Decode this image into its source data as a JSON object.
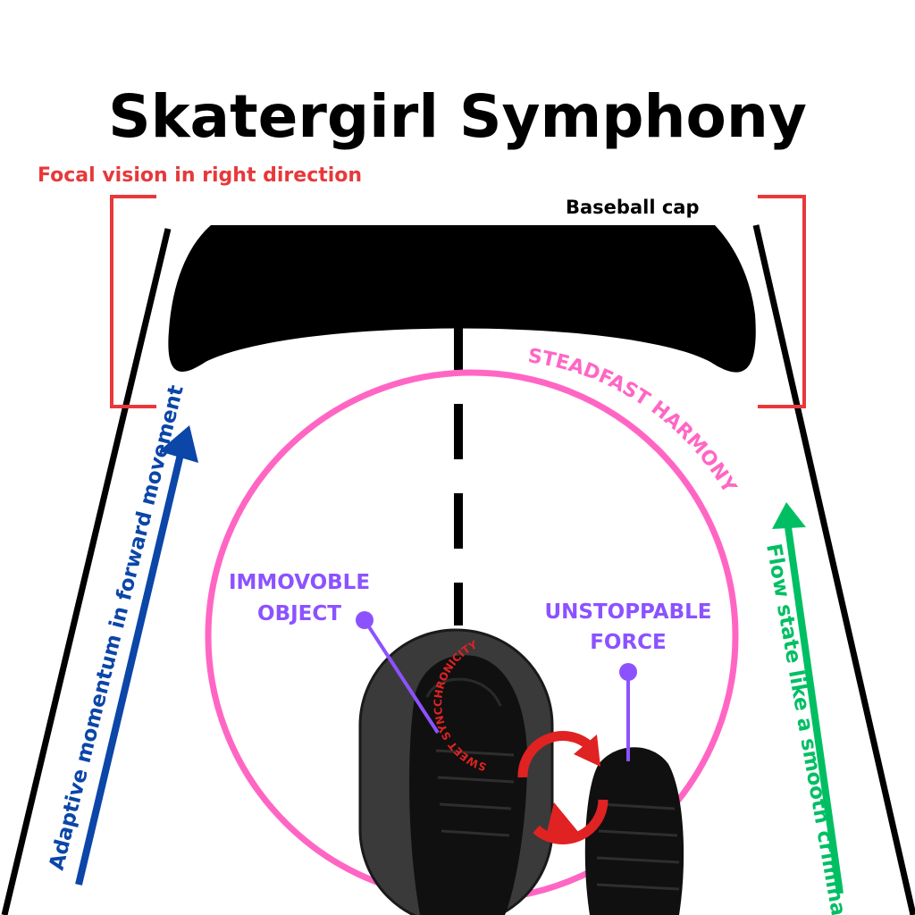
{
  "title": "Skatergirl Symphony",
  "labels": {
    "focal_vision": "Focal vision in right direction",
    "baseball_cap": "Baseball cap",
    "steadfast_harmony": "STEADFAST HARMONY",
    "immovable_line1": "IMMOVOBLE",
    "immovable_line2": "OBJECT",
    "unstoppable_line1": "UNSTOPPABLE",
    "unstoppable_line2": "FORCE",
    "sweet_synchronicity": "SWEET SYNCCHRONICITY",
    "adaptive_momentum": "Adaptive momentum in forward movement",
    "flow_state": "Flow state like a smooth criminal"
  },
  "icons": {
    "cap": "baseball-cap-brim",
    "shoe_left": "sneaker-left",
    "shoe_right": "sneaker-right",
    "sync": "circular-arrows-icon"
  },
  "colors": {
    "focal_bracket": "#e8383a",
    "harmony_circle": "#ff66c4",
    "pointer": "#8c52ff",
    "adaptive_arrow": "#0b46a8",
    "flow_arrow": "#00bf63",
    "sync_arrows": "#e02222",
    "skateboard": "#3a3a3a",
    "shoe": "#101010"
  }
}
